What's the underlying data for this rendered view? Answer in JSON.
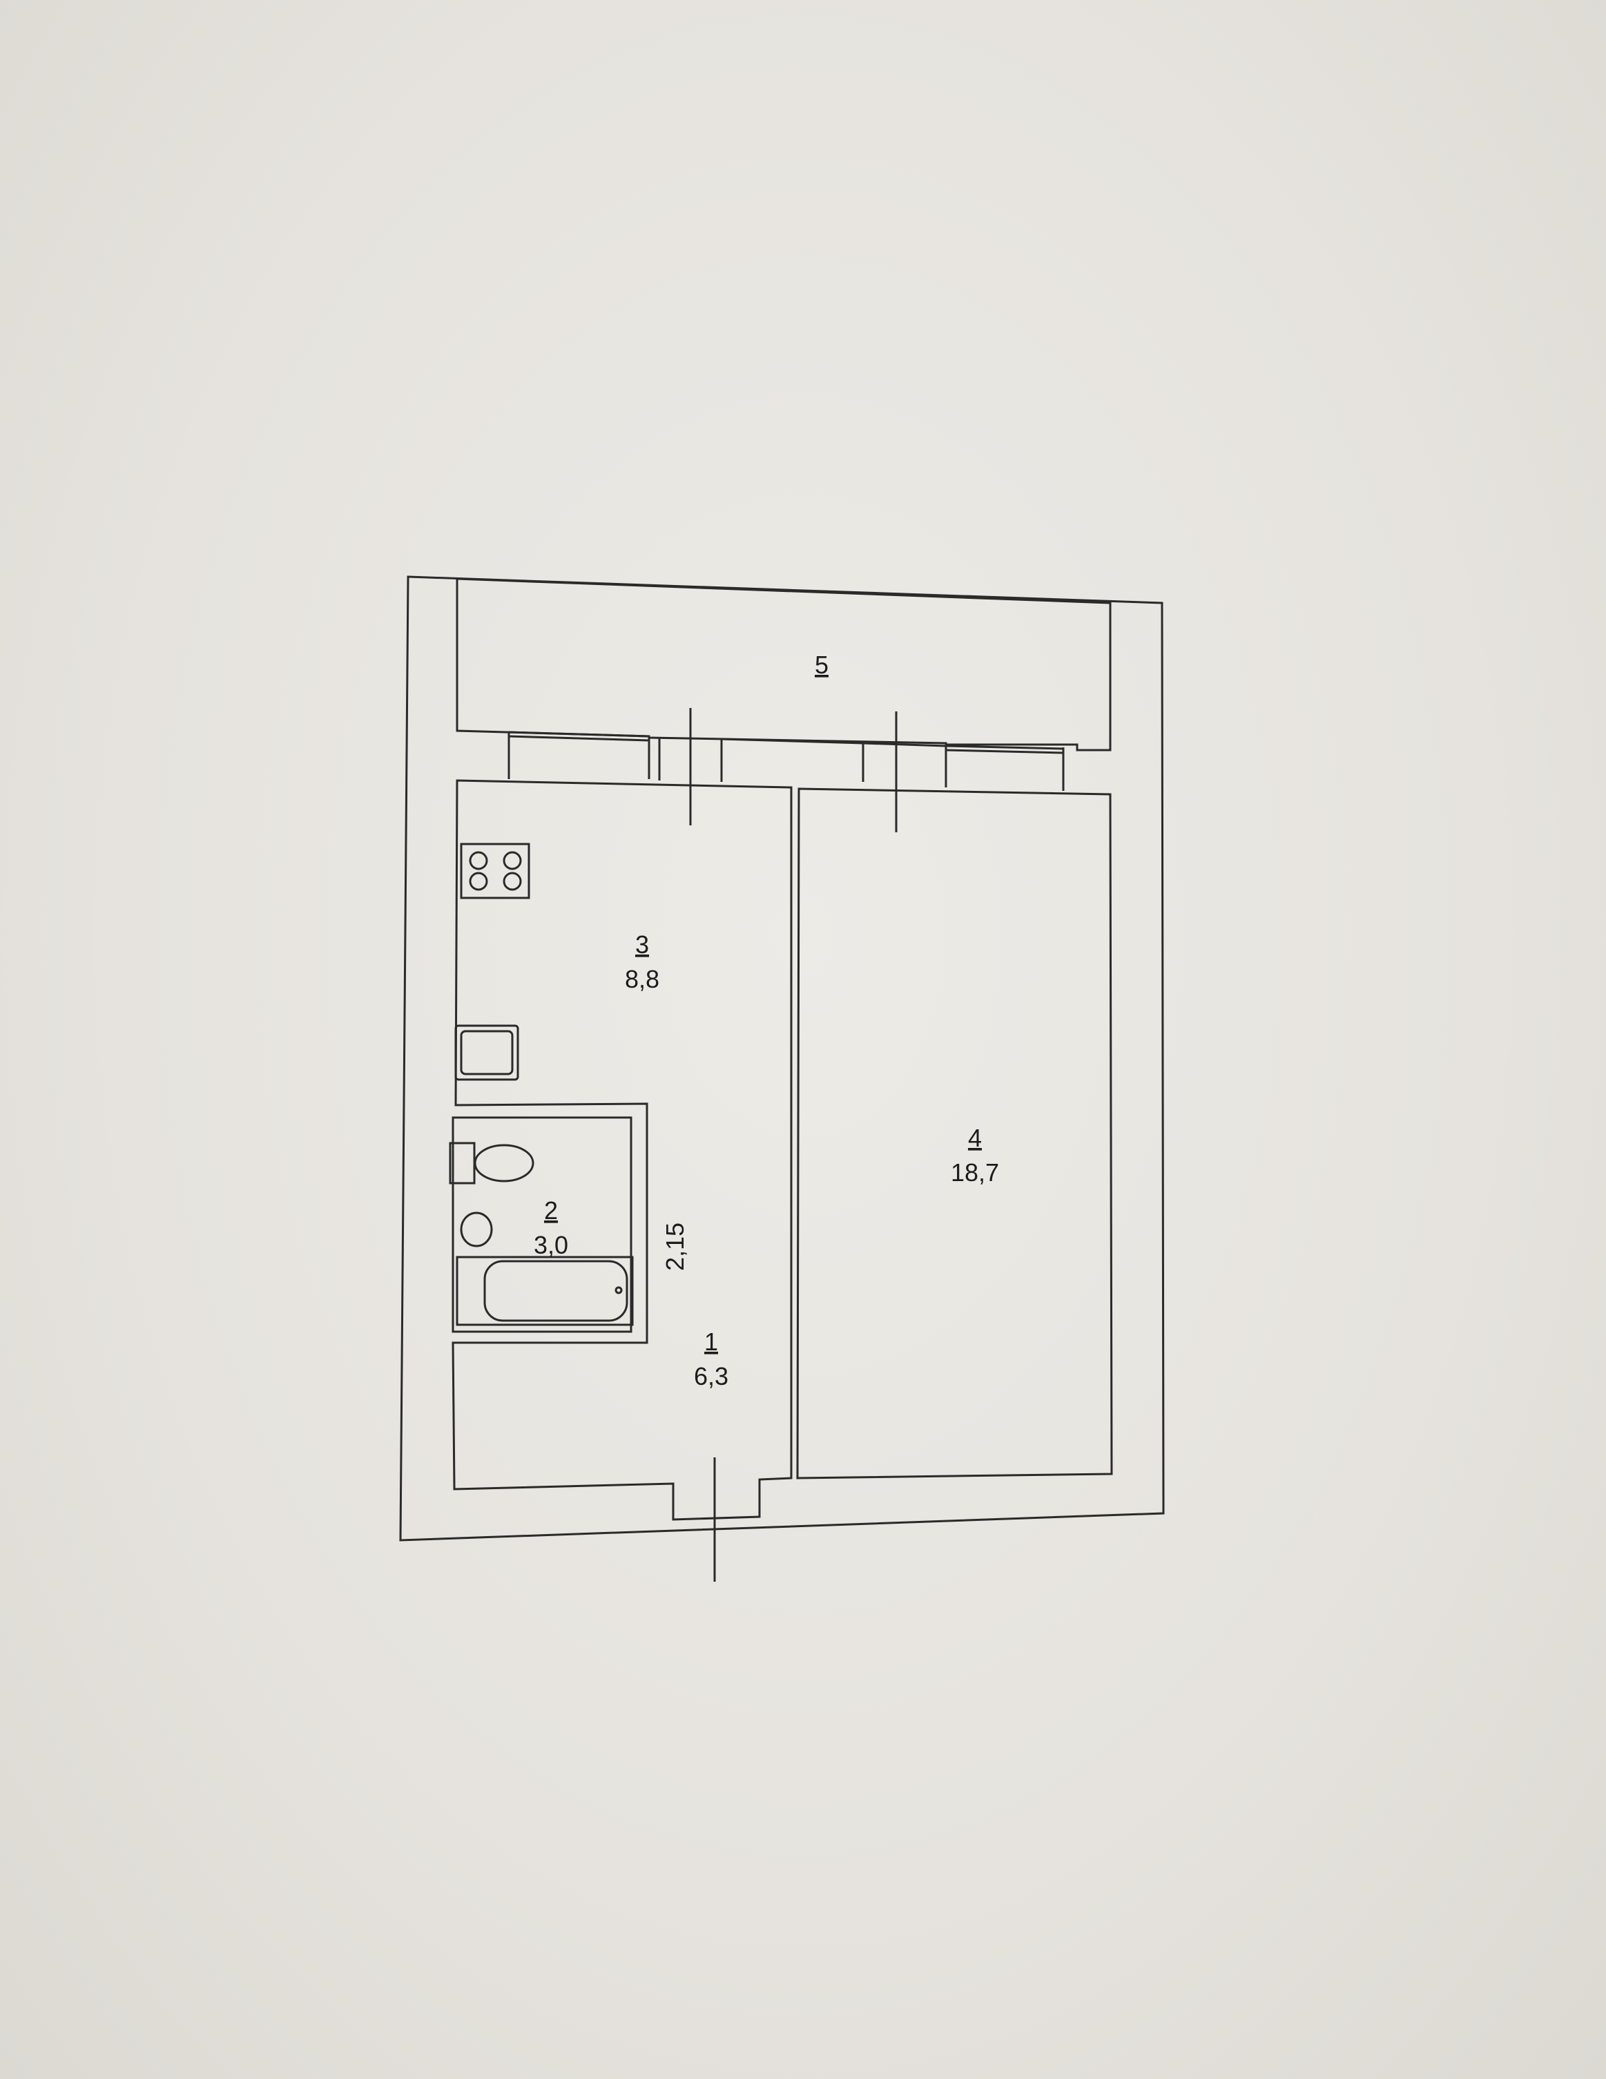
{
  "plan": {
    "rooms": [
      {
        "number": "1",
        "area": "6,3"
      },
      {
        "number": "2",
        "area": "3,0"
      },
      {
        "number": "3",
        "area": "8,8"
      },
      {
        "number": "4",
        "area": "18,7"
      },
      {
        "number": "5"
      }
    ],
    "dimension": "2,15"
  }
}
